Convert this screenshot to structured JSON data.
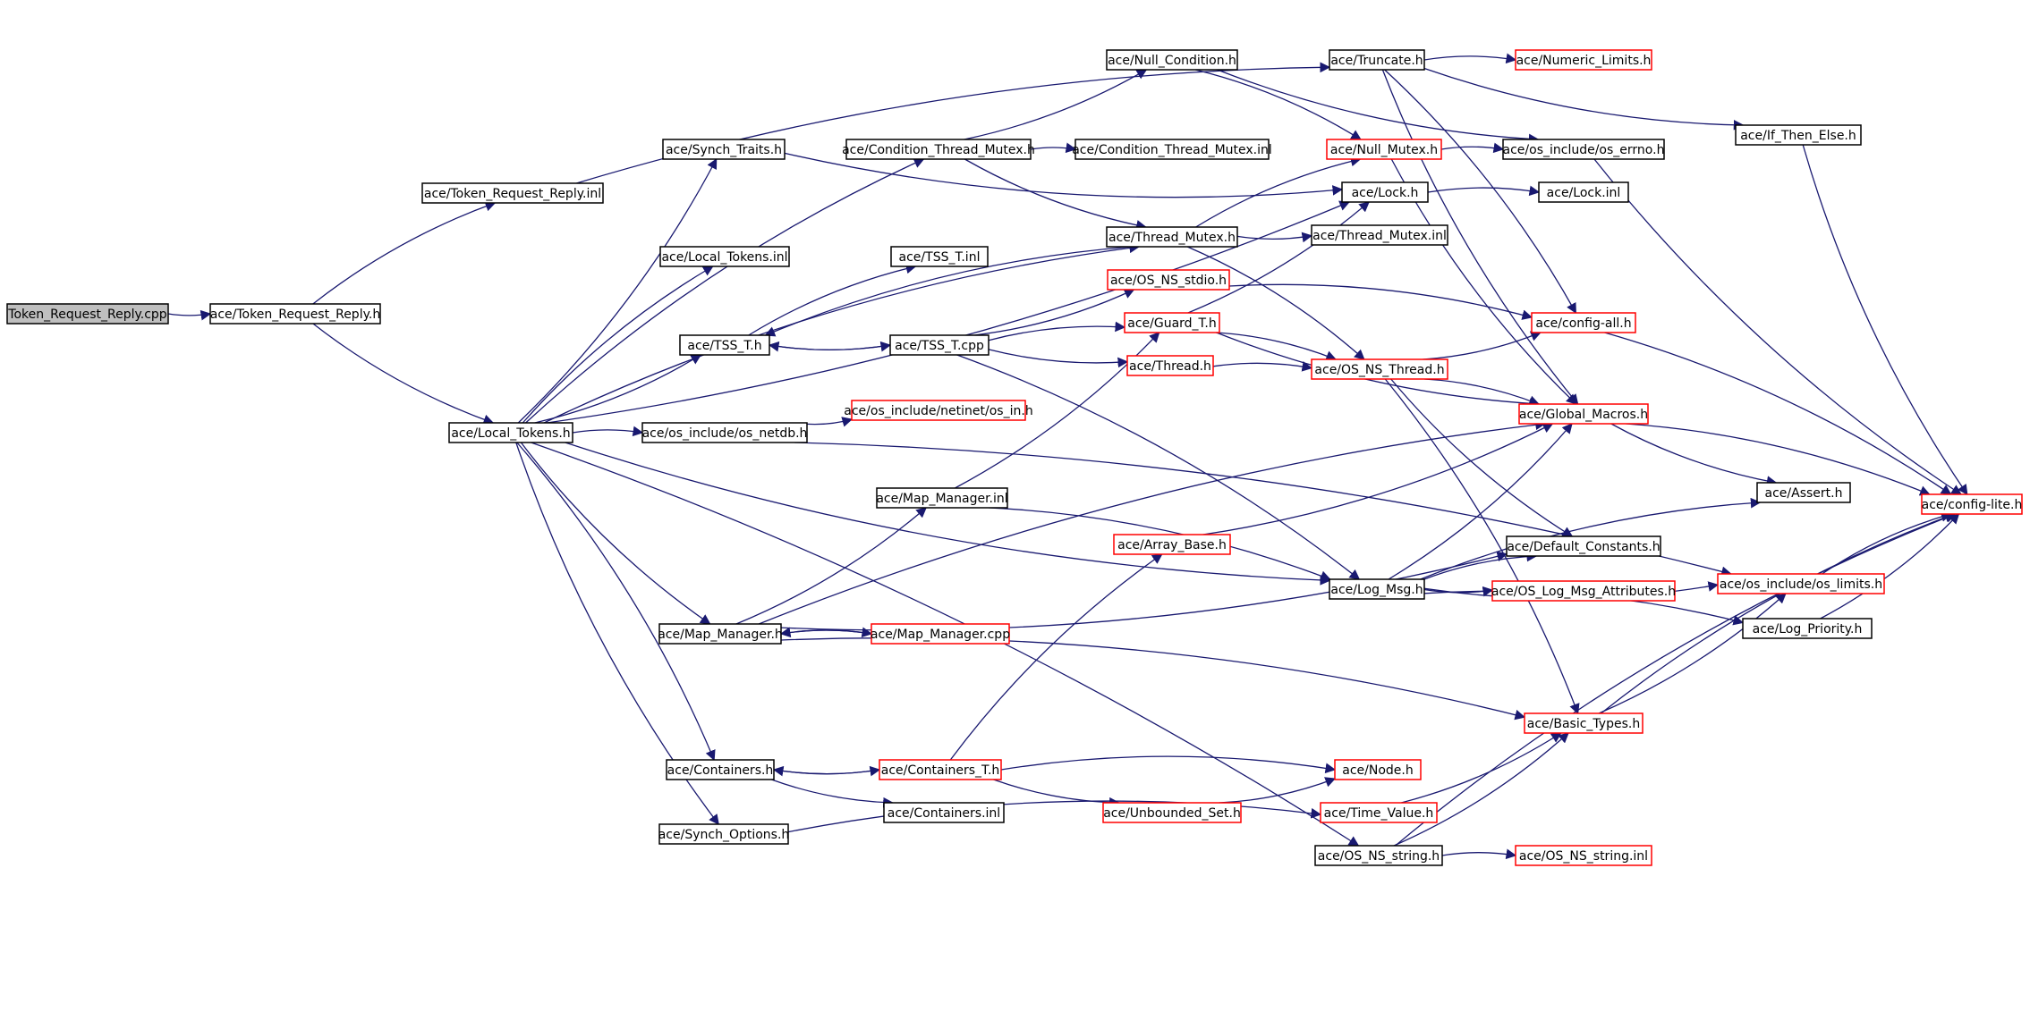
{
  "colors": {
    "edge": "#191970",
    "node_border_documented": "#000000",
    "node_border_undocumented": "#ff0000",
    "root_fill": "#bfbfbf",
    "node_fill": "#ffffff"
  },
  "nodes": [
    {
      "id": "n_root",
      "label": "Token_Request_Reply.cpp",
      "border": "black",
      "root": true
    },
    {
      "id": "n_trr_h",
      "label": "ace/Token_Request_Reply.h",
      "border": "black"
    },
    {
      "id": "n_trr_inl",
      "label": "ace/Token_Request_Reply.inl",
      "border": "black"
    },
    {
      "id": "n_local_tokens_h",
      "label": "ace/Local_Tokens.h",
      "border": "black"
    },
    {
      "id": "n_synch_traits",
      "label": "ace/Synch_Traits.h",
      "border": "black"
    },
    {
      "id": "n_local_tokens_inl",
      "label": "ace/Local_Tokens.inl",
      "border": "black"
    },
    {
      "id": "n_tss_t_h",
      "label": "ace/TSS_T.h",
      "border": "black"
    },
    {
      "id": "n_os_netdb",
      "label": "ace/os_include/os_netdb.h",
      "border": "black"
    },
    {
      "id": "n_map_manager_h",
      "label": "ace/Map_Manager.h",
      "border": "black"
    },
    {
      "id": "n_containers_h",
      "label": "ace/Containers.h",
      "border": "black"
    },
    {
      "id": "n_synch_options",
      "label": "ace/Synch_Options.h",
      "border": "black"
    },
    {
      "id": "n_cond_thread_mutex_h",
      "label": "ace/Condition_Thread_Mutex.h",
      "border": "black"
    },
    {
      "id": "n_tss_t_inl",
      "label": "ace/TSS_T.inl",
      "border": "black"
    },
    {
      "id": "n_tss_t_cpp",
      "label": "ace/TSS_T.cpp",
      "border": "black"
    },
    {
      "id": "n_os_in",
      "label": "ace/os_include/netinet/os_in.h",
      "border": "red"
    },
    {
      "id": "n_map_manager_inl",
      "label": "ace/Map_Manager.inl",
      "border": "black"
    },
    {
      "id": "n_map_manager_cpp",
      "label": "ace/Map_Manager.cpp",
      "border": "red"
    },
    {
      "id": "n_containers_t",
      "label": "ace/Containers_T.h",
      "border": "red"
    },
    {
      "id": "n_containers_inl",
      "label": "ace/Containers.inl",
      "border": "black"
    },
    {
      "id": "n_null_condition",
      "label": "ace/Null_Condition.h",
      "border": "black"
    },
    {
      "id": "n_cond_thread_mutex_inl",
      "label": "ace/Condition_Thread_Mutex.inl",
      "border": "black"
    },
    {
      "id": "n_thread_mutex_h",
      "label": "ace/Thread_Mutex.h",
      "border": "black"
    },
    {
      "id": "n_os_ns_stdio",
      "label": "ace/OS_NS_stdio.h",
      "border": "red"
    },
    {
      "id": "n_guard_t",
      "label": "ace/Guard_T.h",
      "border": "red"
    },
    {
      "id": "n_thread_h",
      "label": "ace/Thread.h",
      "border": "red"
    },
    {
      "id": "n_array_base",
      "label": "ace/Array_Base.h",
      "border": "red"
    },
    {
      "id": "n_unbounded_set",
      "label": "ace/Unbounded_Set.h",
      "border": "red"
    },
    {
      "id": "n_truncate",
      "label": "ace/Truncate.h",
      "border": "black"
    },
    {
      "id": "n_null_mutex",
      "label": "ace/Null_Mutex.h",
      "border": "red"
    },
    {
      "id": "n_lock_h",
      "label": "ace/Lock.h",
      "border": "black"
    },
    {
      "id": "n_thread_mutex_inl",
      "label": "ace/Thread_Mutex.inl",
      "border": "black"
    },
    {
      "id": "n_os_ns_thread",
      "label": "ace/OS_NS_Thread.h",
      "border": "red"
    },
    {
      "id": "n_log_msg",
      "label": "ace/Log_Msg.h",
      "border": "black"
    },
    {
      "id": "n_node_h",
      "label": "ace/Node.h",
      "border": "red"
    },
    {
      "id": "n_time_value",
      "label": "ace/Time_Value.h",
      "border": "red"
    },
    {
      "id": "n_os_ns_string",
      "label": "ace/OS_NS_string.h",
      "border": "black"
    },
    {
      "id": "n_numeric_limits",
      "label": "ace/Numeric_Limits.h",
      "border": "red"
    },
    {
      "id": "n_os_errno",
      "label": "ace/os_include/os_errno.h",
      "border": "black"
    },
    {
      "id": "n_lock_inl",
      "label": "ace/Lock.inl",
      "border": "black"
    },
    {
      "id": "n_config_all",
      "label": "ace/config-all.h",
      "border": "red"
    },
    {
      "id": "n_global_macros",
      "label": "ace/Global_Macros.h",
      "border": "red"
    },
    {
      "id": "n_default_constants",
      "label": "ace/Default_Constants.h",
      "border": "black"
    },
    {
      "id": "n_os_log_msg_attr",
      "label": "ace/OS_Log_Msg_Attributes.h",
      "border": "red"
    },
    {
      "id": "n_basic_types",
      "label": "ace/Basic_Types.h",
      "border": "red"
    },
    {
      "id": "n_os_ns_string_inl",
      "label": "ace/OS_NS_string.inl",
      "border": "red"
    },
    {
      "id": "n_if_then_else",
      "label": "ace/If_Then_Else.h",
      "border": "black"
    },
    {
      "id": "n_assert",
      "label": "ace/Assert.h",
      "border": "black"
    },
    {
      "id": "n_os_limits",
      "label": "ace/os_include/os_limits.h",
      "border": "red"
    },
    {
      "id": "n_log_priority",
      "label": "ace/Log_Priority.h",
      "border": "black"
    },
    {
      "id": "n_config_lite",
      "label": "ace/config-lite.h",
      "border": "red"
    }
  ],
  "edges": [
    [
      "n_root",
      "n_trr_h"
    ],
    [
      "n_trr_h",
      "n_trr_inl"
    ],
    [
      "n_trr_h",
      "n_local_tokens_h"
    ],
    [
      "n_trr_inl",
      "n_truncate"
    ],
    [
      "n_local_tokens_h",
      "n_synch_traits"
    ],
    [
      "n_local_tokens_h",
      "n_local_tokens_inl"
    ],
    [
      "n_local_tokens_h",
      "n_tss_t_h"
    ],
    [
      "n_local_tokens_h",
      "n_os_netdb"
    ],
    [
      "n_local_tokens_h",
      "n_map_manager_h"
    ],
    [
      "n_local_tokens_h",
      "n_containers_h"
    ],
    [
      "n_local_tokens_h",
      "n_synch_options"
    ],
    [
      "n_local_tokens_h",
      "n_cond_thread_mutex_h"
    ],
    [
      "n_local_tokens_h",
      "n_lock_h"
    ],
    [
      "n_local_tokens_h",
      "n_thread_mutex_h"
    ],
    [
      "n_local_tokens_h",
      "n_log_msg"
    ],
    [
      "n_local_tokens_h",
      "n_os_ns_string"
    ],
    [
      "n_synch_traits",
      "n_lock_h"
    ],
    [
      "n_tss_t_h",
      "n_tss_t_inl"
    ],
    [
      "n_tss_t_h",
      "n_tss_t_cpp"
    ],
    [
      "n_tss_t_cpp",
      "n_tss_t_h"
    ],
    [
      "n_tss_t_cpp",
      "n_os_ns_stdio"
    ],
    [
      "n_tss_t_cpp",
      "n_guard_t"
    ],
    [
      "n_tss_t_cpp",
      "n_thread_h"
    ],
    [
      "n_tss_t_cpp",
      "n_log_msg"
    ],
    [
      "n_os_netdb",
      "n_os_in"
    ],
    [
      "n_os_netdb",
      "n_os_limits"
    ],
    [
      "n_map_manager_h",
      "n_map_manager_inl"
    ],
    [
      "n_map_manager_h",
      "n_map_manager_cpp"
    ],
    [
      "n_map_manager_cpp",
      "n_map_manager_h"
    ],
    [
      "n_map_manager_h",
      "n_global_macros"
    ],
    [
      "n_map_manager_h",
      "n_default_constants"
    ],
    [
      "n_map_manager_h",
      "n_basic_types"
    ],
    [
      "n_map_manager_inl",
      "n_guard_t"
    ],
    [
      "n_map_manager_inl",
      "n_log_msg"
    ],
    [
      "n_containers_h",
      "n_containers_t"
    ],
    [
      "n_containers_t",
      "n_containers_h"
    ],
    [
      "n_containers_h",
      "n_containers_inl"
    ],
    [
      "n_containers_t",
      "n_array_base"
    ],
    [
      "n_containers_t",
      "n_unbounded_set"
    ],
    [
      "n_containers_t",
      "n_node_h"
    ],
    [
      "n_unbounded_set",
      "n_node_h"
    ],
    [
      "n_synch_options",
      "n_time_value"
    ],
    [
      "n_cond_thread_mutex_h",
      "n_null_condition"
    ],
    [
      "n_cond_thread_mutex_h",
      "n_cond_thread_mutex_inl"
    ],
    [
      "n_cond_thread_mutex_h",
      "n_thread_mutex_h"
    ],
    [
      "n_null_condition",
      "n_null_mutex"
    ],
    [
      "n_null_condition",
      "n_os_errno"
    ],
    [
      "n_thread_mutex_h",
      "n_null_mutex"
    ],
    [
      "n_thread_mutex_h",
      "n_thread_mutex_inl"
    ],
    [
      "n_thread_mutex_h",
      "n_os_ns_thread"
    ],
    [
      "n_thread_mutex_h",
      "n_tss_t_h"
    ],
    [
      "n_os_ns_stdio",
      "n_config_all"
    ],
    [
      "n_guard_t",
      "n_lock_h"
    ],
    [
      "n_guard_t",
      "n_os_ns_thread"
    ],
    [
      "n_guard_t",
      "n_global_macros"
    ],
    [
      "n_thread_h",
      "n_os_ns_thread"
    ],
    [
      "n_array_base",
      "n_global_macros"
    ],
    [
      "n_truncate",
      "n_numeric_limits"
    ],
    [
      "n_truncate",
      "n_if_then_else"
    ],
    [
      "n_truncate",
      "n_config_all"
    ],
    [
      "n_truncate",
      "n_global_macros"
    ],
    [
      "n_null_mutex",
      "n_os_errno"
    ],
    [
      "n_null_mutex",
      "n_global_macros"
    ],
    [
      "n_lock_h",
      "n_lock_inl"
    ],
    [
      "n_os_ns_thread",
      "n_config_all"
    ],
    [
      "n_os_ns_thread",
      "n_global_macros"
    ],
    [
      "n_os_ns_thread",
      "n_default_constants"
    ],
    [
      "n_os_ns_thread",
      "n_basic_types"
    ],
    [
      "n_log_msg",
      "n_global_macros"
    ],
    [
      "n_log_msg",
      "n_default_constants"
    ],
    [
      "n_log_msg",
      "n_os_log_msg_attr"
    ],
    [
      "n_log_msg",
      "n_assert"
    ],
    [
      "n_log_msg",
      "n_os_limits"
    ],
    [
      "n_log_msg",
      "n_log_priority"
    ],
    [
      "n_time_value",
      "n_basic_types"
    ],
    [
      "n_os_ns_string",
      "n_os_ns_string_inl"
    ],
    [
      "n_os_ns_string",
      "n_basic_types"
    ],
    [
      "n_os_ns_string",
      "n_config_lite"
    ],
    [
      "n_basic_types",
      "n_os_limits"
    ],
    [
      "n_basic_types",
      "n_config_lite"
    ],
    [
      "n_os_errno",
      "n_config_lite"
    ],
    [
      "n_config_all",
      "n_config_lite"
    ],
    [
      "n_global_macros",
      "n_assert"
    ],
    [
      "n_global_macros",
      "n_config_lite"
    ],
    [
      "n_if_then_else",
      "n_config_lite"
    ],
    [
      "n_os_limits",
      "n_config_lite"
    ],
    [
      "n_log_priority",
      "n_config_lite"
    ]
  ]
}
